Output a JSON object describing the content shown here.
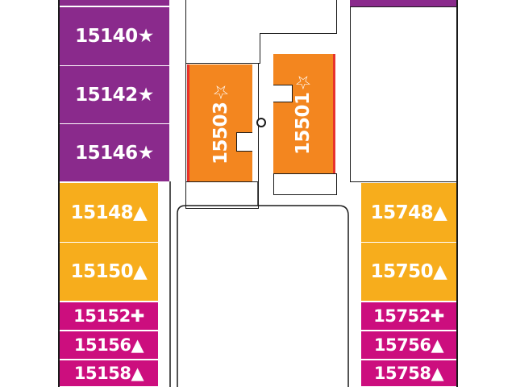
{
  "deck_plan": {
    "left_cabins": [
      {
        "number": "15140",
        "symbol": "★",
        "category": "suite"
      },
      {
        "number": "15142",
        "symbol": "★",
        "category": "suite"
      },
      {
        "number": "15146",
        "symbol": "★",
        "category": "suite"
      },
      {
        "number": "15148",
        "symbol": "▲",
        "category": "balcony"
      },
      {
        "number": "15150",
        "symbol": "▲",
        "category": "balcony"
      },
      {
        "number": "15152",
        "symbol": "✚",
        "category": "ocean-view"
      },
      {
        "number": "15156",
        "symbol": "▲",
        "category": "ocean-view"
      },
      {
        "number": "15158",
        "symbol": "▲",
        "category": "ocean-view"
      }
    ],
    "center_cabins": [
      {
        "number": "15503",
        "symbol": "☆",
        "category": "highlighted"
      },
      {
        "number": "15501",
        "symbol": "☆",
        "category": "highlighted"
      }
    ],
    "right_cabins": [
      {
        "number": "15748",
        "symbol": "▲",
        "category": "balcony"
      },
      {
        "number": "15750",
        "symbol": "▲",
        "category": "balcony"
      },
      {
        "number": "15752",
        "symbol": "✚",
        "category": "ocean-view"
      },
      {
        "number": "15756",
        "symbol": "▲",
        "category": "ocean-view"
      },
      {
        "number": "15758",
        "symbol": "▲",
        "category": "ocean-view"
      }
    ],
    "colors": {
      "suite": "#8a2a8c",
      "balcony": "#f7ad1c",
      "ocean-view": "#cc0e7e",
      "highlighted": "#f3861f",
      "accent_line": "#e8322b"
    }
  }
}
